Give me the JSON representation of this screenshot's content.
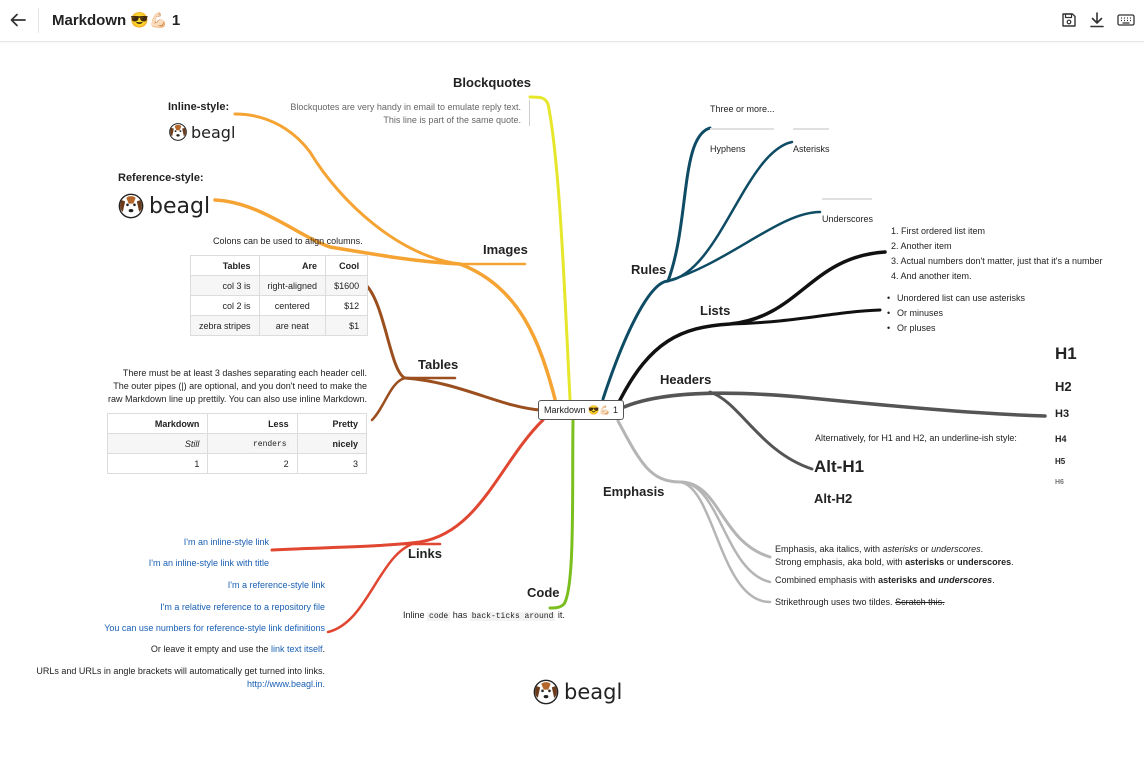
{
  "toolbar": {
    "title": "Markdown 😎💪🏻 1",
    "back_icon": "arrow-left-icon",
    "save_icon": "save-icon",
    "download_icon": "download-icon",
    "keyboard_icon": "keyboard-icon"
  },
  "center": "Markdown 😎💪🏻 1",
  "colors": {
    "images": "#f5a332",
    "blockquotes": "#e6e62a",
    "tables": "#9b4f1e",
    "links": "#e04630",
    "code": "#7bbf1f",
    "rules": "#0e4b64",
    "lists": "#111111",
    "headers": "#555555",
    "emphasis": "#b5b5b5"
  },
  "images": {
    "label": "Images",
    "inline_title": "Inline-style:",
    "reference_title": "Reference-style:",
    "logo_text": "beagl"
  },
  "blockquotes": {
    "label": "Blockquotes",
    "line1": "Blockquotes are very handy in email to emulate reply text.",
    "line2": "This line is part of the same quote."
  },
  "tables": {
    "label": "Tables",
    "note1": "Colons can be used to align columns.",
    "table1": {
      "headers": [
        "Tables",
        "Are",
        "Cool"
      ],
      "rows": [
        [
          "col 3 is",
          "right-aligned",
          "$1600"
        ],
        [
          "col 2 is",
          "centered",
          "$12"
        ],
        [
          "zebra stripes",
          "are neat",
          "$1"
        ]
      ]
    },
    "note2_line1": "There must be at least 3 dashes separating each header cell.",
    "note2_line2": "The outer pipes (|) are optional, and you don't need to make the",
    "note2_line3": "raw Markdown line up prettily. You can also use inline Markdown.",
    "table2": {
      "headers": [
        "Markdown",
        "Less",
        "Pretty"
      ],
      "row1": [
        "Still",
        "renders",
        "nicely"
      ],
      "row2": [
        "1",
        "2",
        "3"
      ]
    }
  },
  "links": {
    "label": "Links",
    "items": [
      "I'm an inline-style link",
      "I'm an inline-style link with title",
      "I'm a reference-style link",
      "I'm a relative reference to a repository file",
      "You can use numbers for reference-style link definitions"
    ],
    "empty_prefix": "Or leave it empty and use the ",
    "empty_link": "link text itself",
    "empty_suffix": ".",
    "urls_line": "URLs and URLs in angle brackets will automatically get turned into links.",
    "url": "http://www.beagl.in."
  },
  "code": {
    "label": "Code",
    "pre": "Inline ",
    "code1": "code",
    "mid": " has ",
    "code2": "back-ticks around",
    "post": " it."
  },
  "rules": {
    "label": "Rules",
    "three": "Three or more...",
    "hyphens": "Hyphens",
    "asterisks": "Asterisks",
    "underscores": "Underscores"
  },
  "lists": {
    "label": "Lists",
    "ordered": [
      "1. First ordered list item",
      "2. Another item",
      "3. Actual numbers don't matter, just that it's a number",
      "4. And another item."
    ],
    "unordered": [
      "Unordered list can use asterisks",
      "Or minuses",
      "Or pluses"
    ]
  },
  "headers": {
    "label": "Headers",
    "h1": "H1",
    "h2": "H2",
    "h3": "H3",
    "h4": "H4",
    "h5": "H5",
    "h6": "H6",
    "alt_note": "Alternatively, for H1 and H2, an underline-ish style:",
    "alt_h1": "Alt-H1",
    "alt_h2": "Alt-H2"
  },
  "emphasis": {
    "label": "Emphasis",
    "l1_a": "Emphasis, aka italics, with ",
    "l1_b": "asterisks",
    "l1_c": " or ",
    "l1_d": "underscores",
    "l1_e": ".",
    "l2_a": "Strong emphasis, aka bold, with ",
    "l2_b": "asterisks",
    "l2_c": " or ",
    "l2_d": "underscores",
    "l2_e": ".",
    "l3_a": "Combined emphasis with ",
    "l3_b": "asterisks and ",
    "l3_c": "underscores",
    "l3_d": ".",
    "l4_a": "Strikethrough uses two tildes. ",
    "l4_b": "Scratch this."
  },
  "footer_logo": "beagl"
}
